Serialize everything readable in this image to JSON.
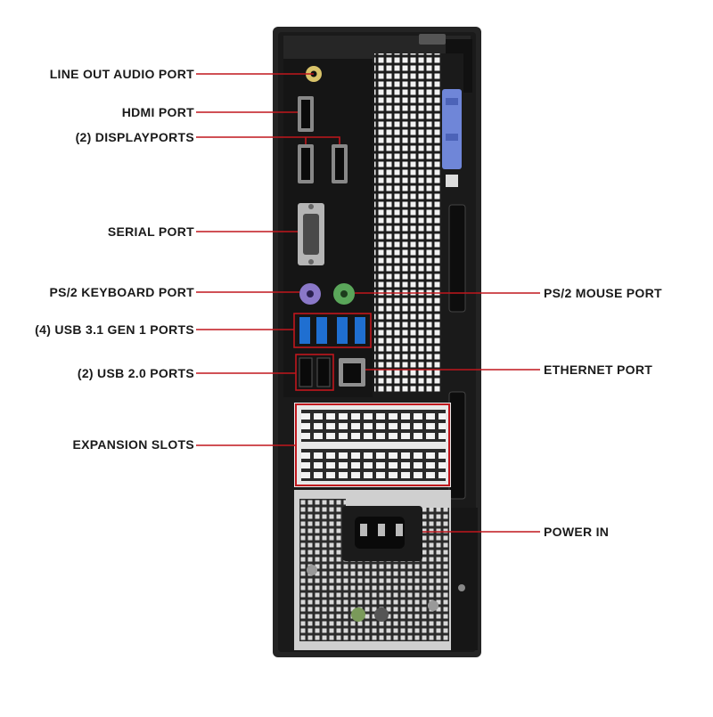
{
  "diagram": {
    "leader_color": "#c0161d",
    "chassis_color": "#222222",
    "port_blue": "#1f6fd1",
    "keyboard_purple": "#8a78c8",
    "mouse_green": "#5aa65a",
    "latch_blue": "#6f86d8",
    "labels": {
      "line_out": "LINE OUT AUDIO PORT",
      "hdmi": "HDMI PORT",
      "displayports": "(2) DISPLAYPORTS",
      "serial": "SERIAL PORT",
      "ps2_keyboard": "PS/2 KEYBOARD PORT",
      "usb31": "(4) USB 3.1 GEN 1 PORTS",
      "usb20": "(2) USB 2.0 PORTS",
      "expansion": "EXPANSION SLOTS",
      "ps2_mouse": "PS/2 MOUSE PORT",
      "ethernet": "ETHERNET PORT",
      "power_in": "POWER IN"
    }
  }
}
